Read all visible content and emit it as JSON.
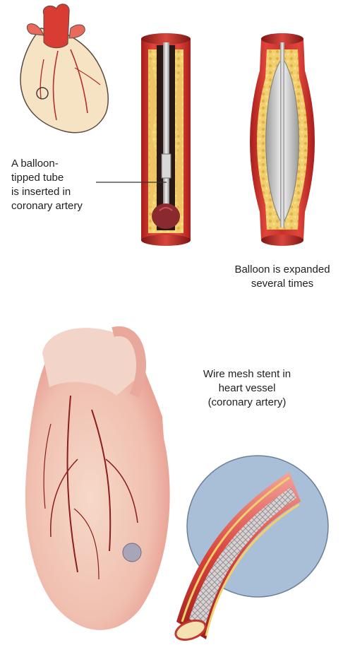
{
  "labels": {
    "balloon_tube": [
      "A balloon-",
      "tipped tube",
      "is inserted in",
      "coronary artery"
    ],
    "balloon_expanded": [
      "Balloon is expanded",
      "several times"
    ],
    "stent": [
      "Wire mesh stent in",
      "heart vessel",
      "(coronary artery)"
    ]
  },
  "colors": {
    "artery_red": "#c8322c",
    "artery_dark": "#8e1d1a",
    "plaque_yellow": "#e9c25a",
    "heart_pink": "#f2c5b8",
    "heart_red": "#d9433a",
    "vessel_line": "#8a1f1c",
    "circle_blue": "#a9bfd8",
    "catheter_gray": "#b9b9b9"
  },
  "icons": [
    "small-heart-illustration",
    "artery-with-catheter-illustration",
    "artery-with-expanded-balloon-illustration",
    "heart-illustration",
    "stent-cross-section-illustration"
  ]
}
